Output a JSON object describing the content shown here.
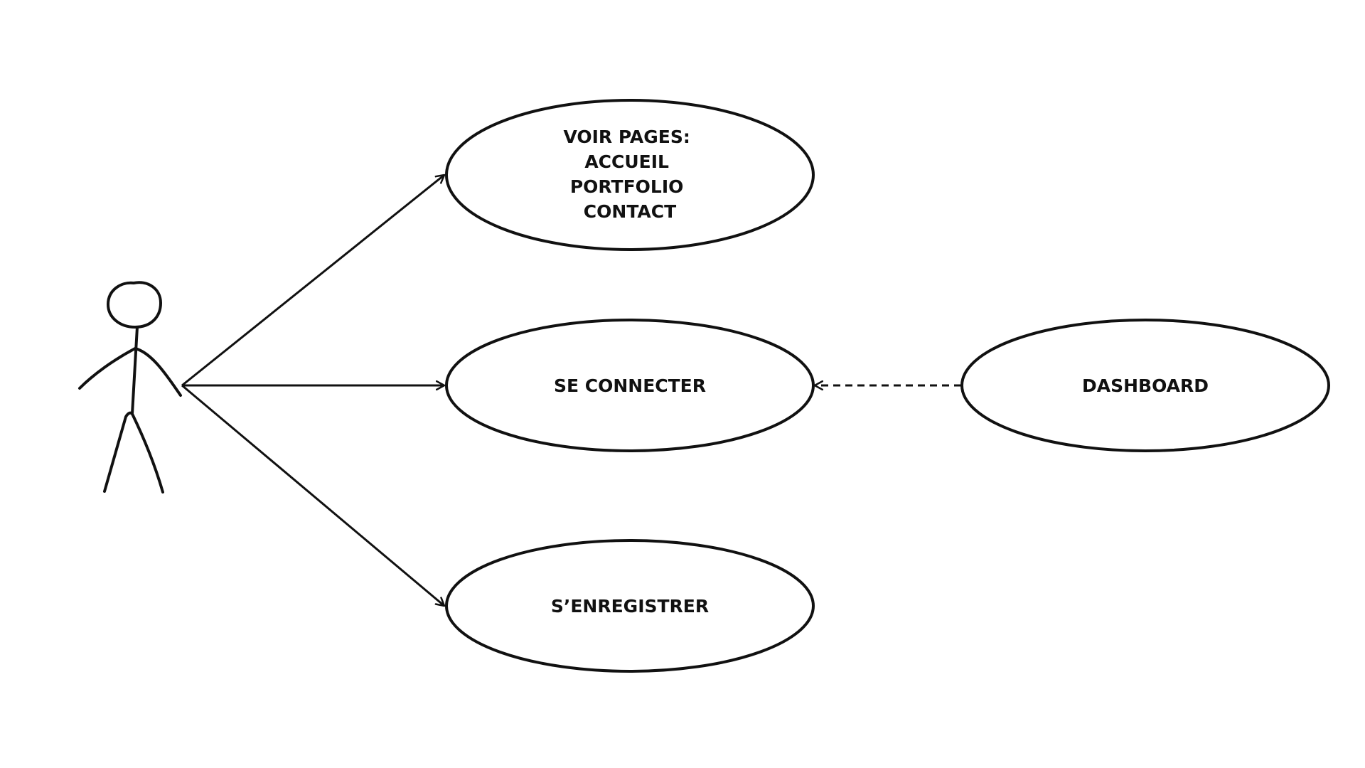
{
  "diagram": {
    "type": "use-case",
    "actor": {
      "label": ""
    },
    "use_cases": {
      "voir_pages": {
        "lines": [
          "VOIR PAGES:",
          "ACCUEIL",
          "PORTFOLIO",
          "CONTACT"
        ]
      },
      "se_connecter": {
        "lines": [
          "SE CONNECTER"
        ]
      },
      "s_enregistrer": {
        "lines": [
          "S’ENREGISTRER"
        ]
      },
      "dashboard": {
        "lines": [
          "DASHBOARD"
        ]
      }
    },
    "relations": [
      {
        "from": "actor",
        "to": "voir_pages",
        "style": "solid-arrow"
      },
      {
        "from": "actor",
        "to": "se_connecter",
        "style": "solid-arrow"
      },
      {
        "from": "actor",
        "to": "s_enregistrer",
        "style": "solid-arrow"
      },
      {
        "from": "dashboard",
        "to": "se_connecter",
        "style": "dashed-arrow"
      }
    ],
    "colors": {
      "stroke": "#111111",
      "background": "#ffffff"
    }
  }
}
